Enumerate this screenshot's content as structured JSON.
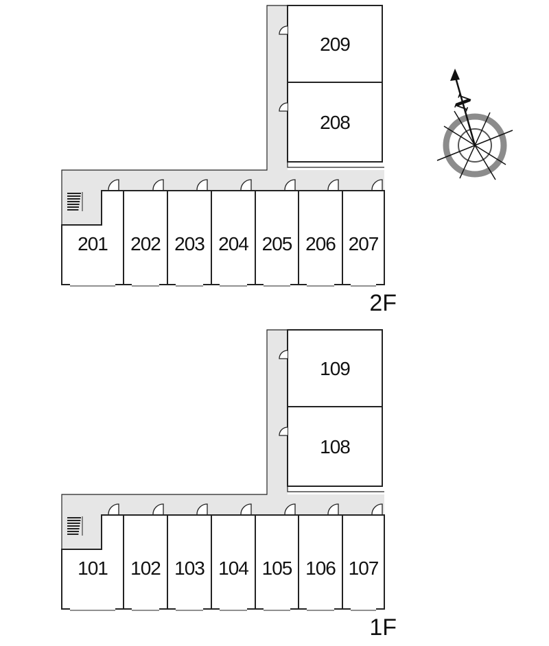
{
  "floors": [
    {
      "label": "2F",
      "rooms_bottom": [
        "201",
        "202",
        "203",
        "204",
        "205",
        "206",
        "207"
      ],
      "rooms_wing": [
        "209",
        "208"
      ]
    },
    {
      "label": "1F",
      "rooms_bottom": [
        "101",
        "102",
        "103",
        "104",
        "105",
        "106",
        "107"
      ],
      "rooms_wing": [
        "109",
        "108"
      ]
    }
  ],
  "compass": {
    "north_label": "N"
  },
  "colors": {
    "corridor": "#e6e6e6",
    "wall": "#222222",
    "compass_ring": "#8c8c8c"
  }
}
